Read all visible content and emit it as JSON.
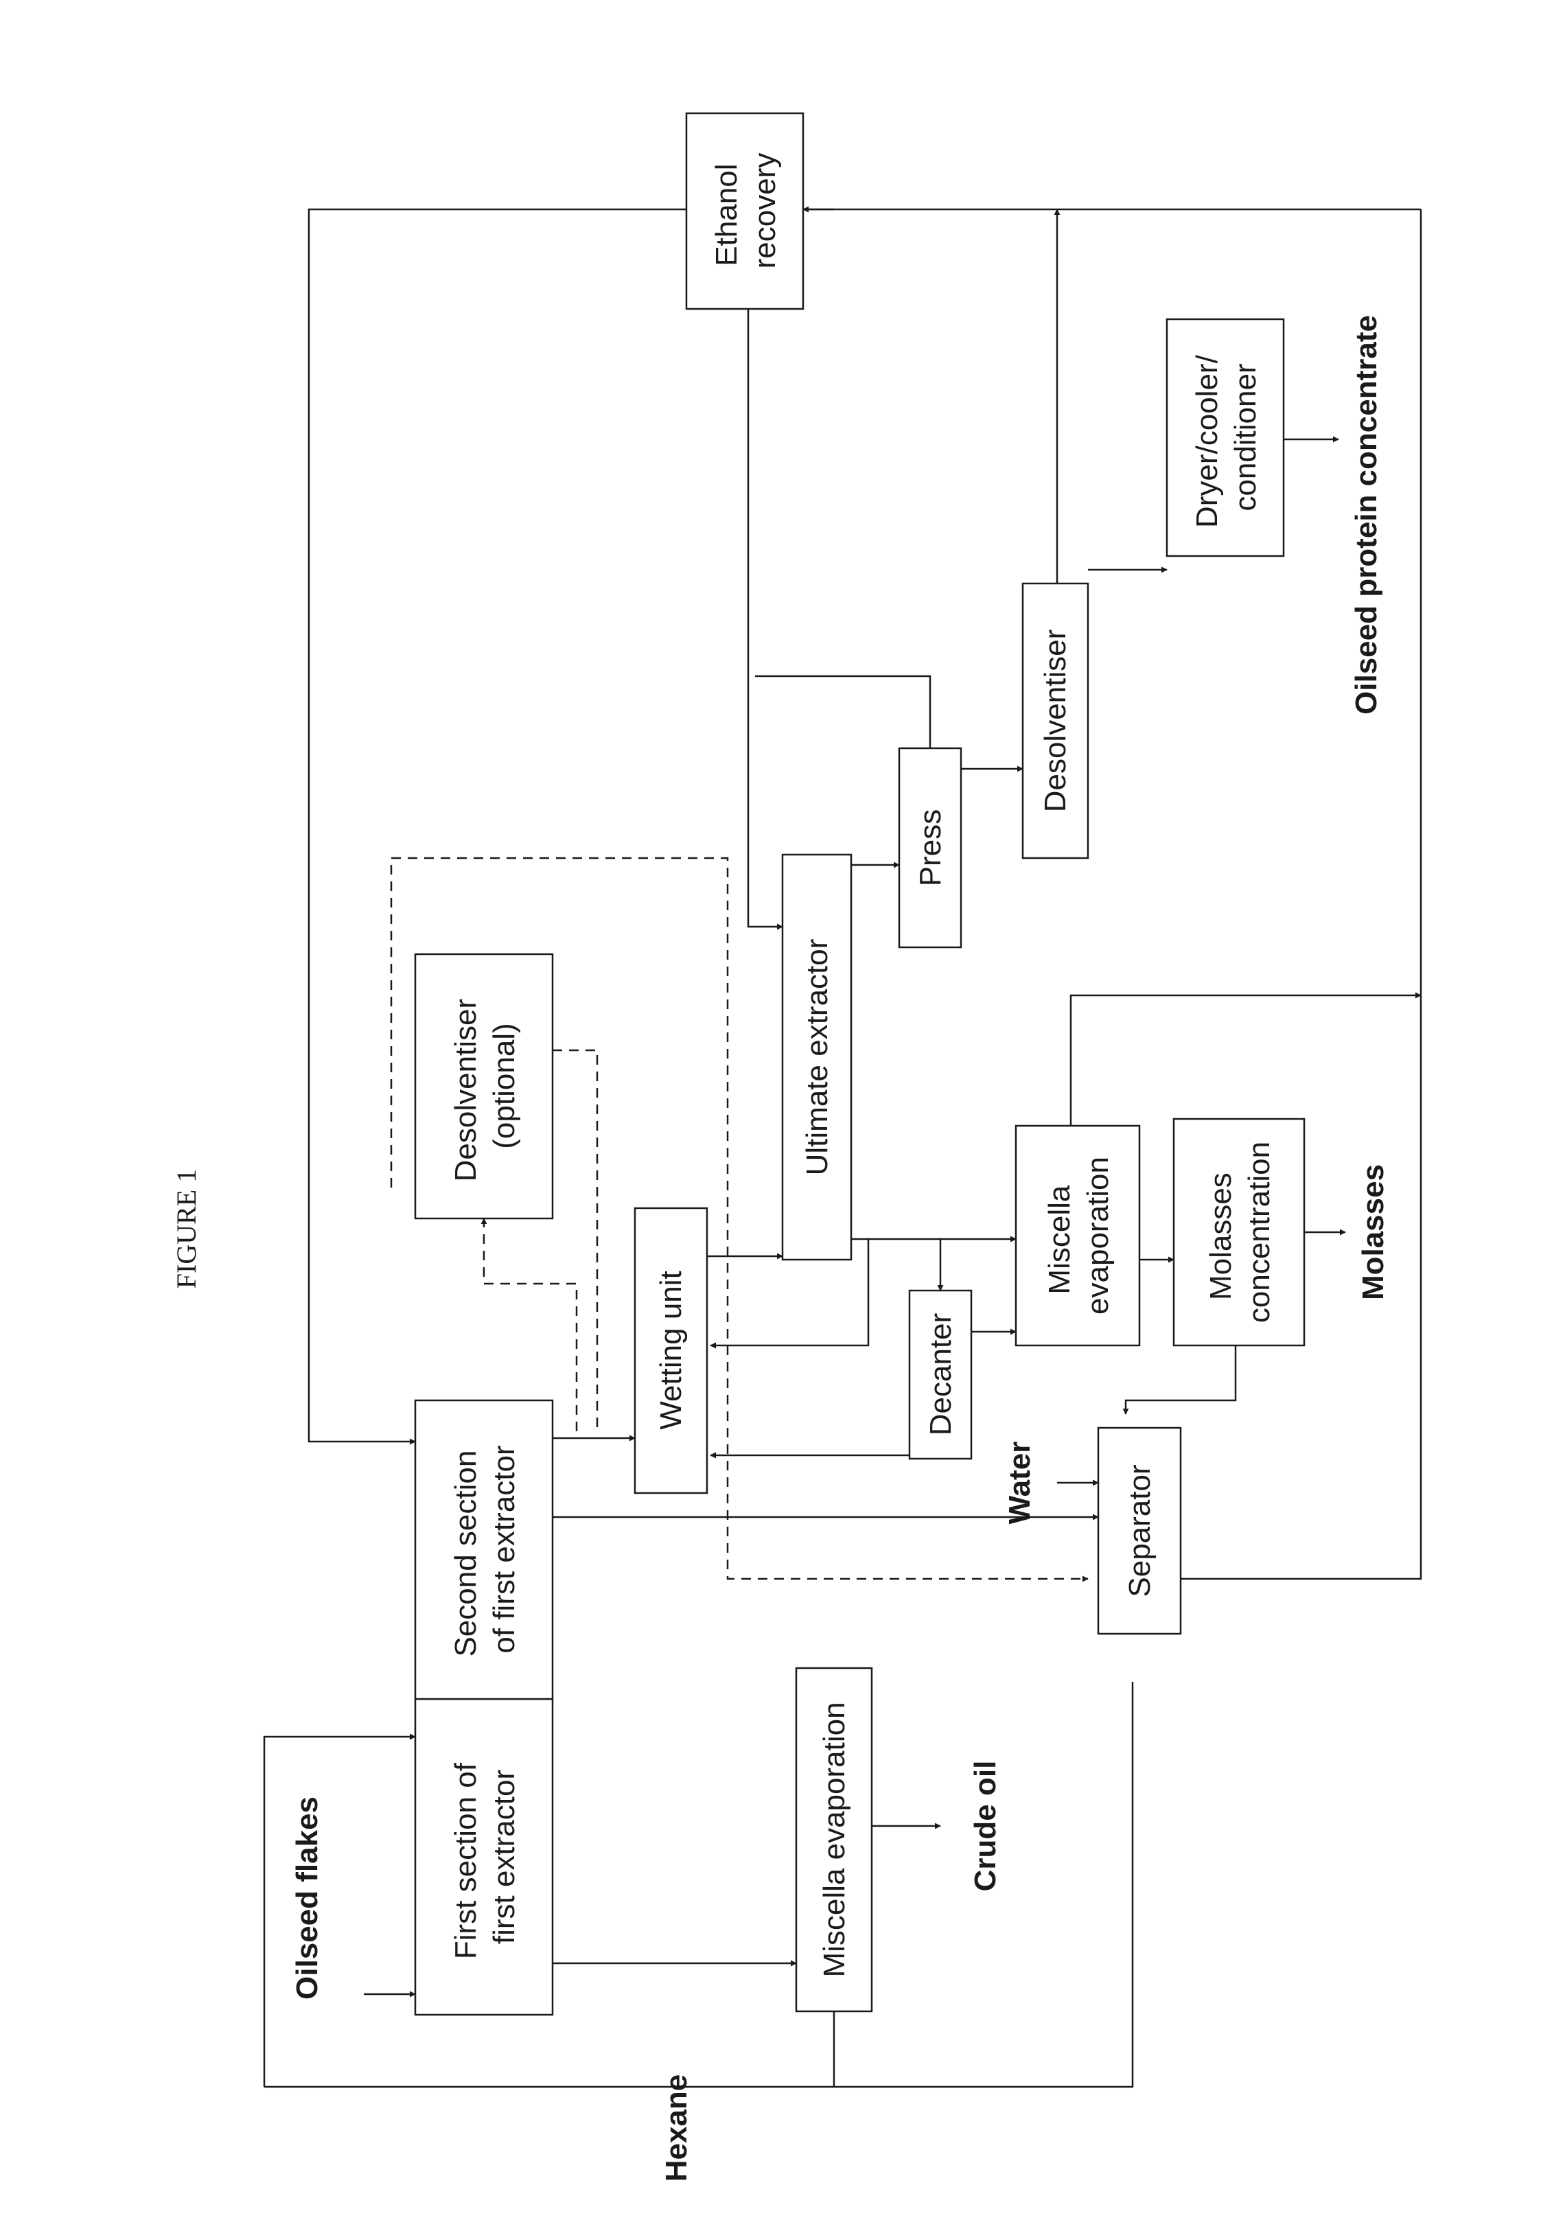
{
  "figure_title": "FIGURE 1",
  "boxes": {
    "first_section": [
      "First section of",
      "first extractor"
    ],
    "second_section": [
      "Second section",
      "of first extractor"
    ],
    "miscella_evaporation_oil": [
      "Miscella evaporation"
    ],
    "separator": [
      "Separator"
    ],
    "wetting_unit": [
      "Wetting unit"
    ],
    "desolventiser_optional": [
      "Desolventiser",
      "(optional)"
    ],
    "decanter": [
      "Decanter"
    ],
    "ultimate_extractor": [
      "Ultimate extractor"
    ],
    "miscella_evaporation_molasses": [
      "Miscella",
      "evaporation"
    ],
    "molasses_concentration": [
      "Molasses",
      "concentration"
    ],
    "press": [
      "Press"
    ],
    "desolventiser": [
      "Desolventiser"
    ],
    "dryer": [
      "Dryer/cooler/",
      "conditioner"
    ],
    "ethanol_recovery": [
      "Ethanol",
      "recovery"
    ]
  },
  "streams": {
    "oilseed_flakes": "Oilseed flakes",
    "hexane": "Hexane",
    "crude_oil": "Crude oil",
    "water": "Water",
    "molasses": "Molasses",
    "oilseed_protein_concentrate": "Oilseed protein concentrate"
  }
}
